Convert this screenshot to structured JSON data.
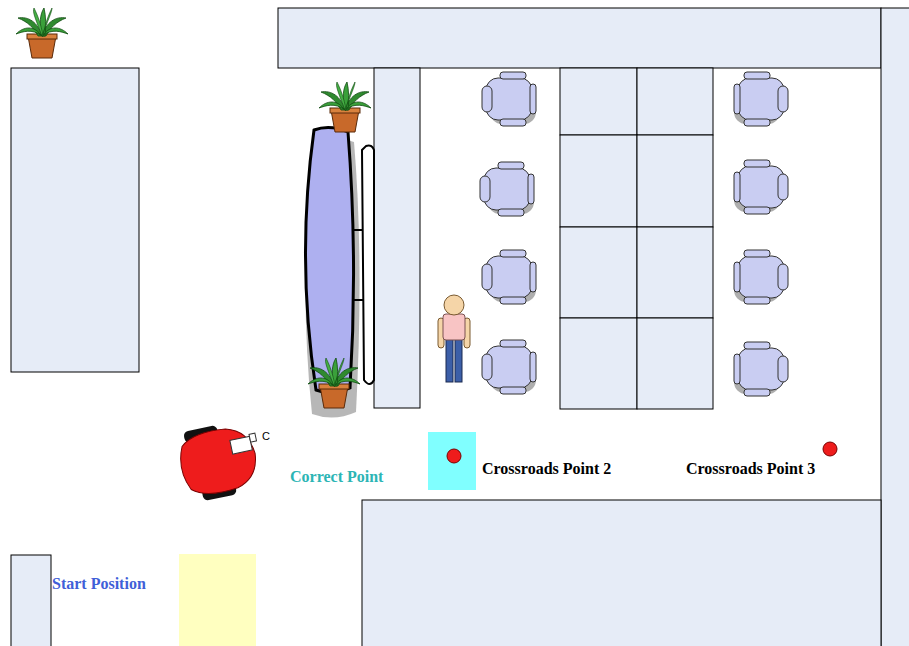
{
  "diagram": {
    "labels": [
      "C",
      "Correct Point",
      "Crossroads Point 2",
      "Crossroads Point 3",
      "Start Position"
    ]
  }
}
